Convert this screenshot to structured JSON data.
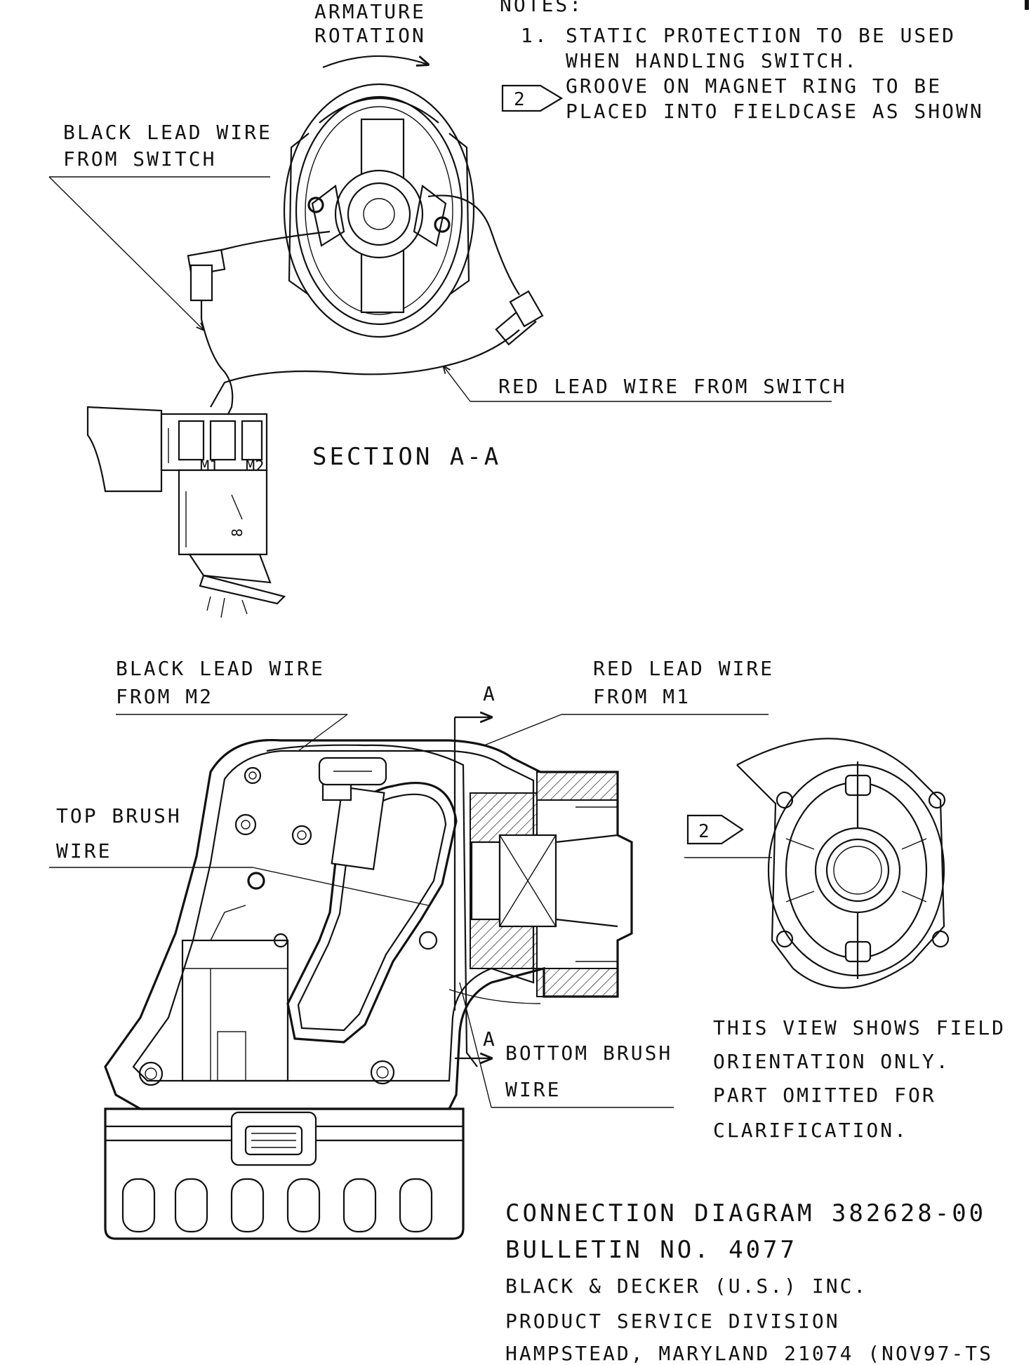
{
  "notes": {
    "heading": "NOTES:",
    "note1_num": "1.",
    "note1_line1": "STATIC PROTECTION TO BE USED",
    "note1_line2": "WHEN HANDLING SWITCH.",
    "note2_marker": "2",
    "note2_line1": "GROOVE ON MAGNET RING TO BE",
    "note2_line2": "PLACED INTO FIELDCASE AS SHOWN"
  },
  "armature": {
    "line1": "ARMATURE",
    "line2": "ROTATION"
  },
  "section_view": {
    "black_lead_line1": "BLACK LEAD WIRE",
    "black_lead_line2": "FROM SWITCH",
    "red_lead": "RED LEAD WIRE FROM SWITCH",
    "title": "SECTION A-A",
    "terminal_m1": "M1",
    "terminal_m2": "M2"
  },
  "main_view": {
    "black_lead_line1": "BLACK LEAD WIRE",
    "black_lead_line2": "FROM M2",
    "red_lead_line1": "RED LEAD WIRE",
    "red_lead_line2": "FROM M1",
    "section_mark_top": "A",
    "section_mark_bottom": "A",
    "top_brush_line1": "TOP BRUSH",
    "top_brush_line2": "WIRE",
    "bottom_brush_line1": "BOTTOM BRUSH",
    "bottom_brush_line2": "WIRE"
  },
  "field_view": {
    "marker": "2",
    "line1": "THIS VIEW SHOWS FIELD",
    "line2": "ORIENTATION ONLY.",
    "line3": "PART OMITTED FOR",
    "line4": "CLARIFICATION."
  },
  "title_block": {
    "line1": "CONNECTION DIAGRAM 382628-00",
    "line2": "BULLETIN NO. 4077",
    "line3": "BLACK & DECKER (U.S.) INC.",
    "line4": "PRODUCT SERVICE DIVISION",
    "line5": "HAMPSTEAD, MARYLAND 21074 (NOV97-TS"
  }
}
